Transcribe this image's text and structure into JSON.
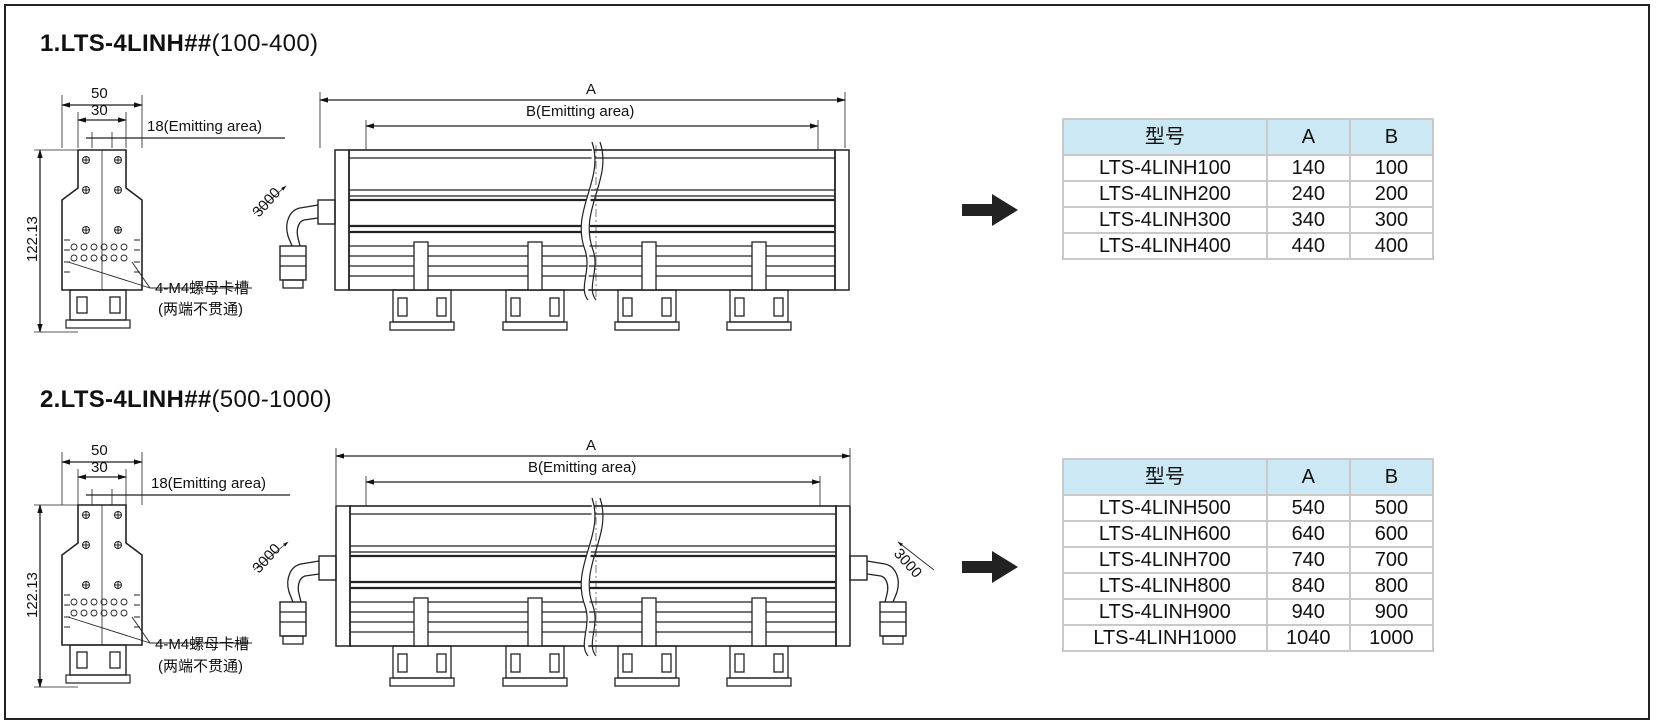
{
  "sections": [
    {
      "title_main": "1.LTS-4LINH##",
      "title_range": "(100-400)",
      "labels": {
        "width_50": "50",
        "width_30": "30",
        "emitting_18": "18(Emitting area)",
        "height": "122.13",
        "slot_line1": "4-M4螺母卡槽",
        "slot_line2": "(两端不贯通)",
        "dim_a": "A",
        "dim_b": "B(Emitting area)",
        "cable_left": "3000"
      },
      "table": {
        "headers": [
          "型号",
          "A",
          "B"
        ],
        "rows": [
          [
            "LTS-4LINH100",
            "140",
            "100"
          ],
          [
            "LTS-4LINH200",
            "240",
            "200"
          ],
          [
            "LTS-4LINH300",
            "340",
            "300"
          ],
          [
            "LTS-4LINH400",
            "440",
            "400"
          ]
        ]
      }
    },
    {
      "title_main": "2.LTS-4LINH##",
      "title_range": "(500-1000)",
      "labels": {
        "width_50": "50",
        "width_30": "30",
        "emitting_18": "18(Emitting area)",
        "height": "122.13",
        "slot_line1": "4-M4螺母卡槽",
        "slot_line2": "(两端不贯通)",
        "dim_a": "A",
        "dim_b": "B(Emitting area)",
        "cable_left": "3000",
        "cable_right": "3000"
      },
      "table": {
        "headers": [
          "型号",
          "A",
          "B"
        ],
        "rows": [
          [
            "LTS-4LINH500",
            "540",
            "500"
          ],
          [
            "LTS-4LINH600",
            "640",
            "600"
          ],
          [
            "LTS-4LINH700",
            "740",
            "700"
          ],
          [
            "LTS-4LINH800",
            "840",
            "800"
          ],
          [
            "LTS-4LINH900",
            "940",
            "900"
          ],
          [
            "LTS-4LINH1000",
            "1040",
            "1000"
          ]
        ]
      }
    }
  ]
}
